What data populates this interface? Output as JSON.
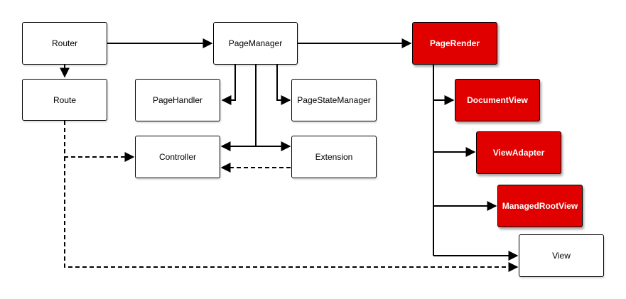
{
  "nodes": {
    "router": {
      "label": "Router",
      "highlight": false
    },
    "route": {
      "label": "Route",
      "highlight": false
    },
    "page_manager": {
      "label": "PageManager",
      "highlight": false
    },
    "page_handler": {
      "label": "PageHandler",
      "highlight": false
    },
    "page_state_manager": {
      "label": "PageStateManager",
      "highlight": false
    },
    "controller": {
      "label": "Controller",
      "highlight": false
    },
    "extension": {
      "label": "Extension",
      "highlight": false
    },
    "page_render": {
      "label": "PageRender",
      "highlight": true
    },
    "document_view": {
      "label": "DocumentView",
      "highlight": true
    },
    "view_adapter": {
      "label": "ViewAdapter",
      "highlight": true
    },
    "managed_root_view": {
      "label": "ManagedRootView",
      "highlight": true
    },
    "view": {
      "label": "View",
      "highlight": false
    }
  },
  "edges": [
    {
      "from": "router",
      "to": "page_manager",
      "style": "solid"
    },
    {
      "from": "router",
      "to": "route",
      "style": "solid"
    },
    {
      "from": "page_manager",
      "to": "page_render",
      "style": "solid"
    },
    {
      "from": "page_manager",
      "to": "page_handler",
      "style": "solid"
    },
    {
      "from": "page_manager",
      "to": "page_state_manager",
      "style": "solid"
    },
    {
      "from": "page_manager",
      "to": "controller",
      "style": "solid"
    },
    {
      "from": "page_manager",
      "to": "extension",
      "style": "solid"
    },
    {
      "from": "extension",
      "to": "controller",
      "style": "dashed"
    },
    {
      "from": "route",
      "to": "controller",
      "style": "dashed"
    },
    {
      "from": "route",
      "to": "view",
      "style": "dashed"
    },
    {
      "from": "page_render",
      "to": "document_view",
      "style": "solid"
    },
    {
      "from": "page_render",
      "to": "view_adapter",
      "style": "solid"
    },
    {
      "from": "page_render",
      "to": "managed_root_view",
      "style": "solid"
    },
    {
      "from": "page_render",
      "to": "view",
      "style": "solid"
    }
  ],
  "colors": {
    "highlight_fill": "#e00000",
    "highlight_text": "#ffffff",
    "node_fill": "#ffffff",
    "stroke": "#000000"
  }
}
